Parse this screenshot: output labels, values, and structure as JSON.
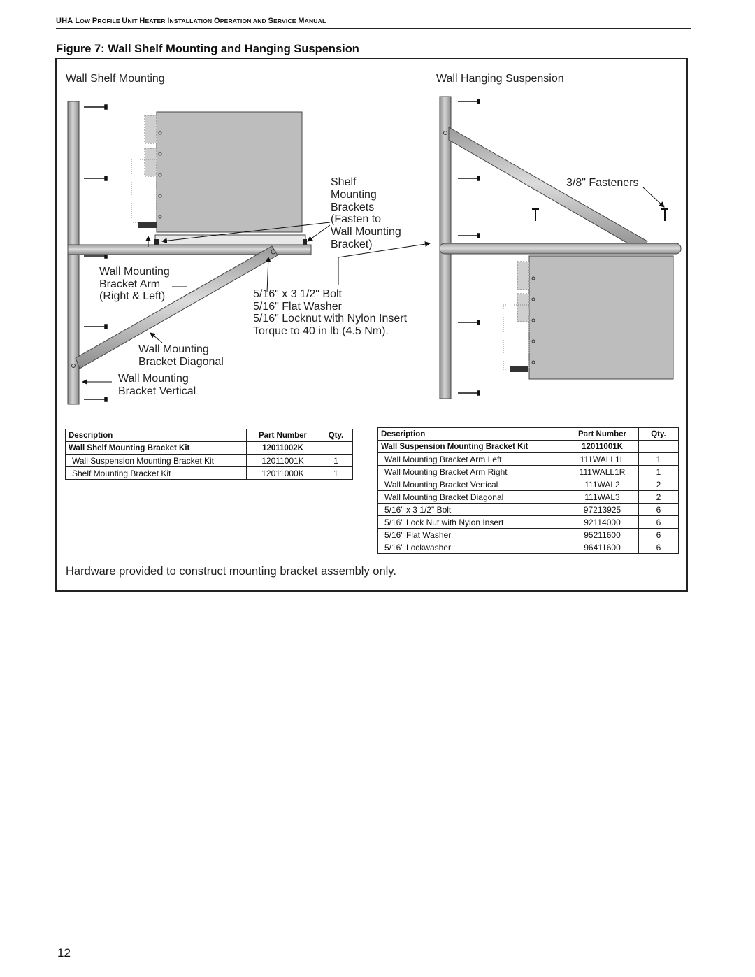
{
  "header": {
    "running_head_parts": [
      "UHA L",
      "OW ",
      "P",
      "ROFILE ",
      "U",
      "NIT ",
      "H",
      "EATER ",
      "I",
      "NSTALLATION ",
      "O",
      "PERATION AND ",
      "S",
      "ERVICE ",
      "M",
      "ANUAL"
    ]
  },
  "figure": {
    "title": "Figure 7: Wall Shelf Mounting and Hanging Suspension",
    "left_heading": "Wall Shelf Mounting",
    "right_heading": "Wall Hanging Suspension",
    "labels": {
      "shelf_brackets": [
        "Shelf",
        "Mounting",
        "Brackets",
        "(Fasten to",
        "Wall Mounting",
        "Bracket)"
      ],
      "fasteners": "3/8\" Fasteners",
      "arm": [
        "Wall Mounting",
        "Bracket Arm",
        "(Right & Left)"
      ],
      "hardware": [
        "5/16\" x 3 1/2\" Bolt",
        "5/16\" Flat Washer",
        "5/16\" Locknut with Nylon Insert",
        "Torque to 40 in lb (4.5 Nm)."
      ],
      "diagonal": [
        "Wall Mounting",
        "Bracket Diagonal"
      ],
      "vertical": [
        "Wall Mounting",
        "Bracket Vertical"
      ]
    },
    "note": "Hardware provided to construct mounting bracket assembly only."
  },
  "shelf_table": {
    "headers": [
      "Description",
      "Part Number",
      "Qty."
    ],
    "kit": {
      "description": "Wall Shelf Mounting Bracket Kit",
      "part": "12011002K",
      "qty": ""
    },
    "rows": [
      {
        "description": "Wall Suspension Mounting Bracket Kit",
        "part": "12011001K",
        "qty": "1"
      },
      {
        "description": "Shelf Mounting Bracket Kit",
        "part": "12011000K",
        "qty": "1"
      }
    ]
  },
  "suspension_table": {
    "headers": [
      "Description",
      "Part Number",
      "Qty."
    ],
    "kit": {
      "description": "Wall Suspension Mounting Bracket Kit",
      "part": "12011001K",
      "qty": ""
    },
    "rows": [
      {
        "description": "Wall Mounting Bracket Arm Left",
        "part": "111WALL1L",
        "qty": "1"
      },
      {
        "description": "Wall Mounting Bracket Arm Right",
        "part": "111WALL1R",
        "qty": "1"
      },
      {
        "description": "Wall Mounting Bracket Vertical",
        "part": "111WAL2",
        "qty": "2"
      },
      {
        "description": "Wall Mounting Bracket Diagonal",
        "part": "111WAL3",
        "qty": "2"
      },
      {
        "description": "5/16\" x 3 1/2\" Bolt",
        "part": "97213925",
        "qty": "6"
      },
      {
        "description": "5/16\" Lock Nut with Nylon Insert",
        "part": "92114000",
        "qty": "6"
      },
      {
        "description": "5/16\" Flat Washer",
        "part": "95211600",
        "qty": "6"
      },
      {
        "description": "5/16\" Lockwasher",
        "part": "96411600",
        "qty": "6"
      }
    ]
  },
  "page_number": "12"
}
